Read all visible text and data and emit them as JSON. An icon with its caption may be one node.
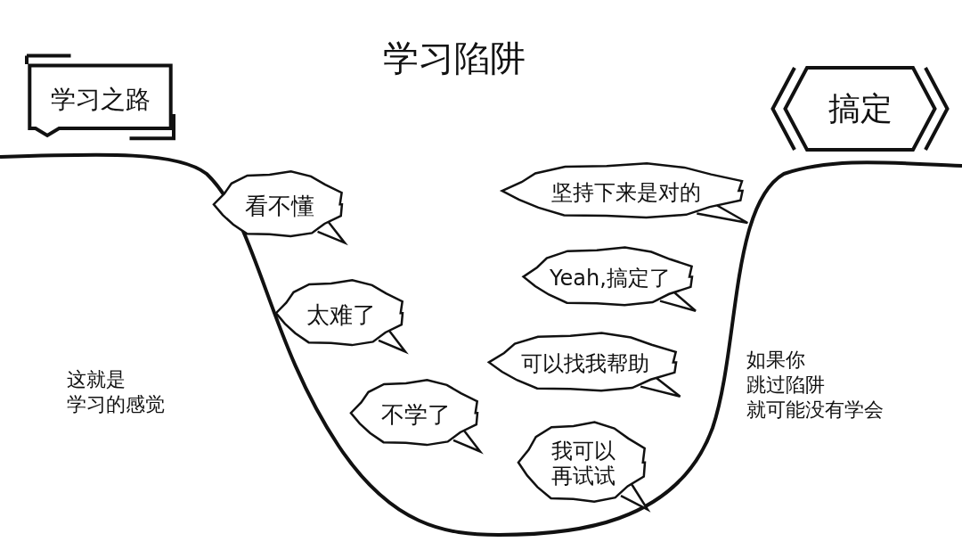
{
  "diagram": {
    "title": "学习陷阱",
    "nodes": [
      {
        "text": [
          "学习之路"
        ]
      },
      {
        "text": [
          "搞定"
        ]
      },
      {
        "text": [
          "看不懂"
        ]
      },
      {
        "text": [
          "太难了"
        ]
      },
      {
        "text": [
          "不学了"
        ]
      },
      {
        "text": [
          "坚持下来是对的"
        ]
      },
      {
        "text": [
          "Yeah,搞定了"
        ]
      },
      {
        "text": [
          "可以找我帮助"
        ]
      },
      {
        "text": [
          "我可以再试试"
        ]
      }
    ],
    "labels": [
      "这就是学习的感觉",
      "如果你跳过陷阱就可能没有学会"
    ]
  }
}
